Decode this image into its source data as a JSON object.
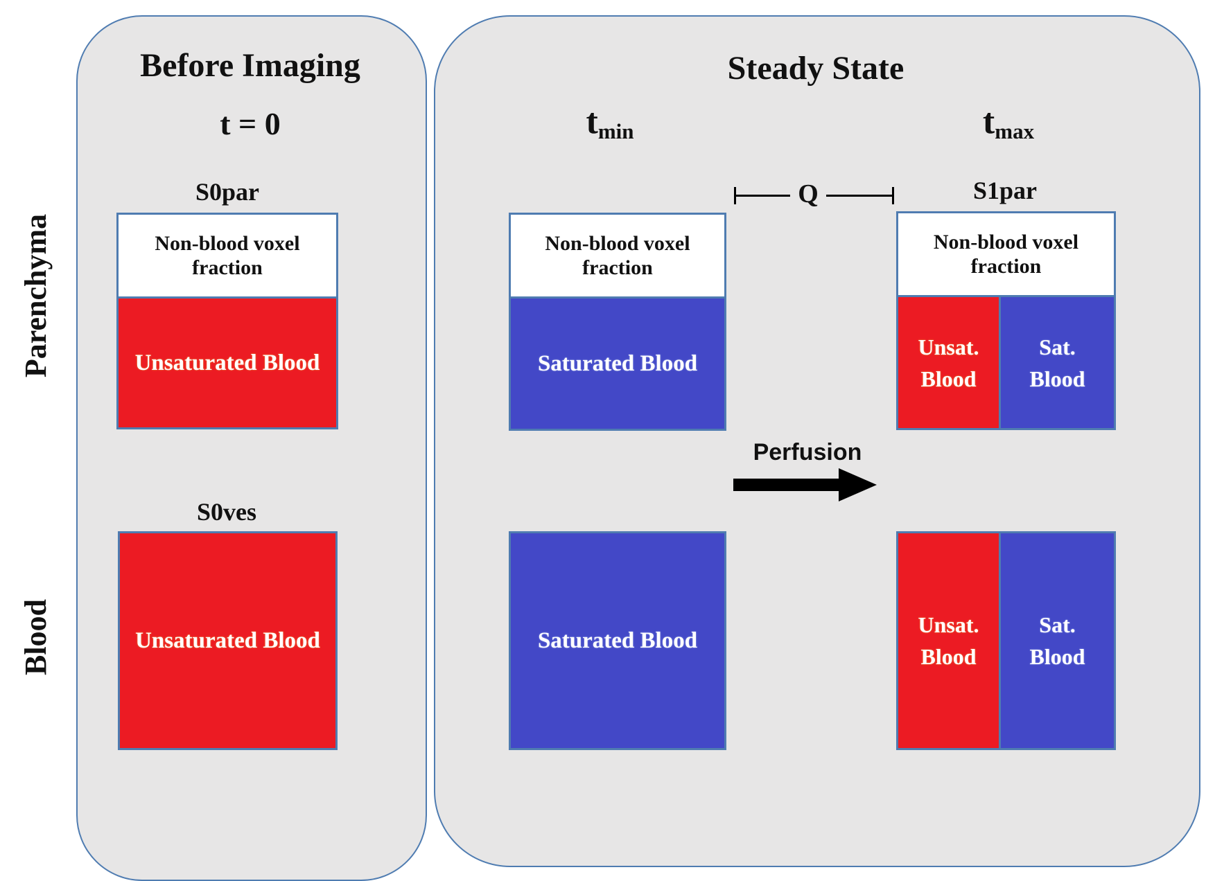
{
  "colors": {
    "red": "#EC1B23",
    "blue": "#4348C7",
    "panel": "#E7E6E6",
    "border": "#4F7CB1",
    "ink": "#111111",
    "paper": "#FFFFFF"
  },
  "row_labels": {
    "top": "Parenchyma",
    "bottom": "Blood"
  },
  "left_panel": {
    "title": "Before Imaging",
    "time_label": "t = 0",
    "parenchyma_box": {
      "signal_label": "S0par",
      "non_blood_text": "Non-blood voxel\nfraction",
      "blood_text": "Unsaturated Blood"
    },
    "blood_box": {
      "signal_label": "S0ves",
      "text": "Unsaturated Blood"
    }
  },
  "right_panel": {
    "title": "Steady State",
    "tmin": {
      "base": "t",
      "sub": "min"
    },
    "tmax": {
      "base": "t",
      "sub": "max"
    },
    "q_label": "Q",
    "s1par_label": "S1par",
    "perfusion_label": "Perfusion",
    "tmin_parenchyma_box": {
      "non_blood_text": "Non-blood voxel\nfraction",
      "blood_text": "Saturated Blood"
    },
    "tmax_parenchyma_box": {
      "non_blood_text": "Non-blood voxel\nfraction",
      "unsat_text": "Unsat.\nBlood",
      "sat_text": "Sat.\nBlood"
    },
    "tmin_blood_box": {
      "text": "Saturated Blood"
    },
    "tmax_blood_box": {
      "unsat_text": "Unsat.\nBlood",
      "sat_text": "Sat.\nBlood"
    }
  }
}
